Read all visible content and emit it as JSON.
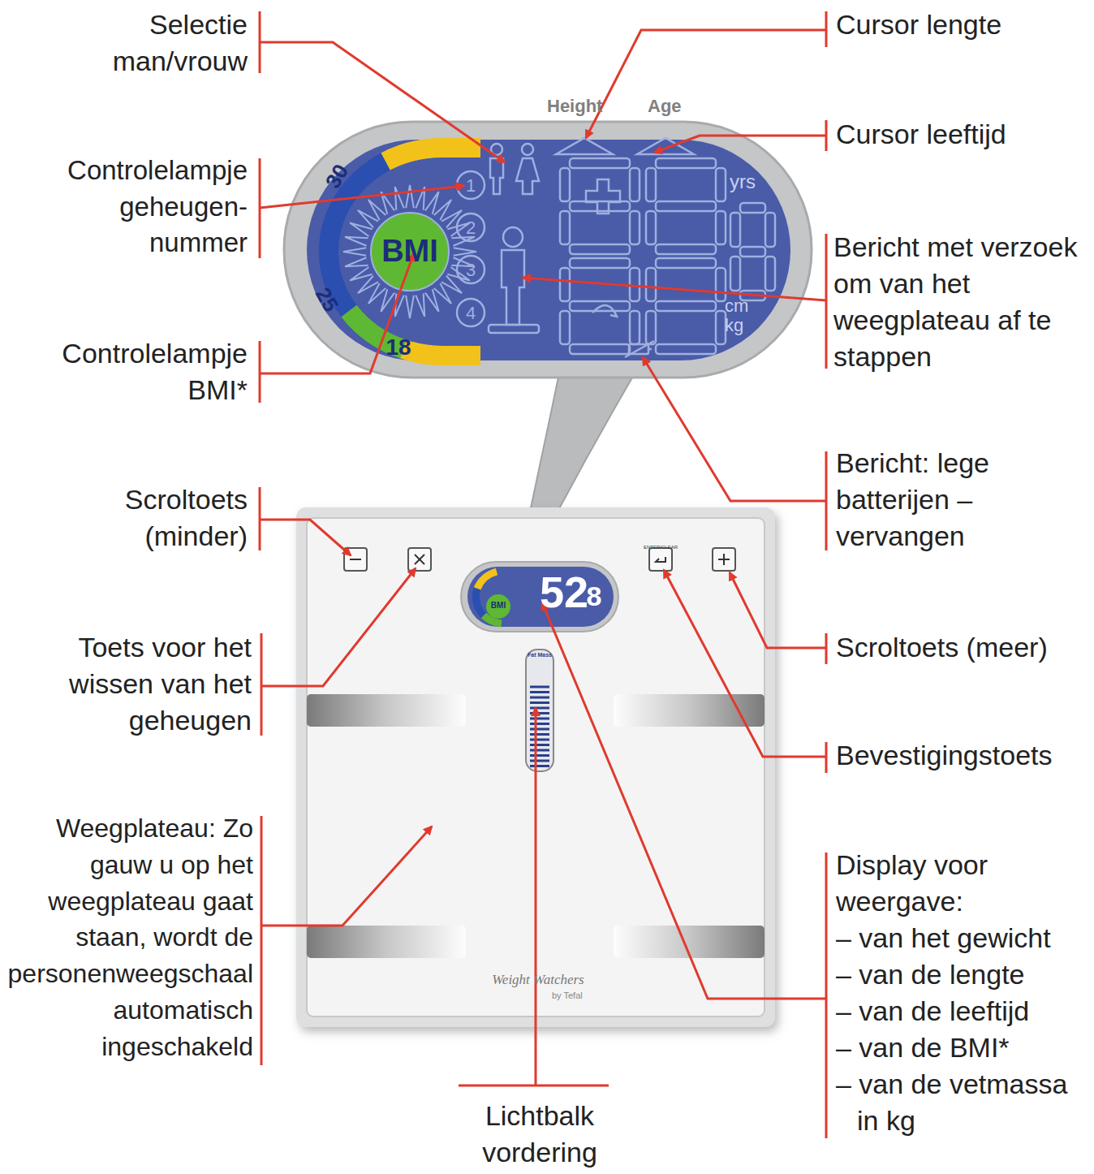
{
  "diagram": {
    "labels": [
      "Selectie man/vrouw",
      "Cursor lengte",
      "Height",
      "Age",
      "Cursor leeftijd",
      "Controlelampje geheugen- nummer",
      "30",
      "BMI",
      "1",
      "2",
      "3",
      "4",
      "yrs",
      "cm",
      "kg",
      "25",
      "18",
      "Bericht met verzoek om van het weegplateau af te stappen",
      "Controlelampje BMI*",
      "Bericht: lege batterijen – vervangen",
      "Scroltoets (minder)",
      "ENTER/CLEAR",
      "52",
      "8",
      "BMI",
      "Toets voor het wissen van het geheugen",
      "Scroltoets (meer)",
      "Fat Mass",
      "Bevestigingstoets",
      "Weegplateau: Zo gauw u op het weegplateau gaat staan, wordt de personenweegschaal automatisch ingeschakeld",
      "Weight Watchers",
      "by Tefal",
      "Display voor weergave:",
      "– van het gewicht",
      "– van de lengte",
      "– van de leeftijd",
      "– van de BMI*",
      "– van de vetmassa in kg",
      "Lichtbalk vordering"
    ]
  }
}
